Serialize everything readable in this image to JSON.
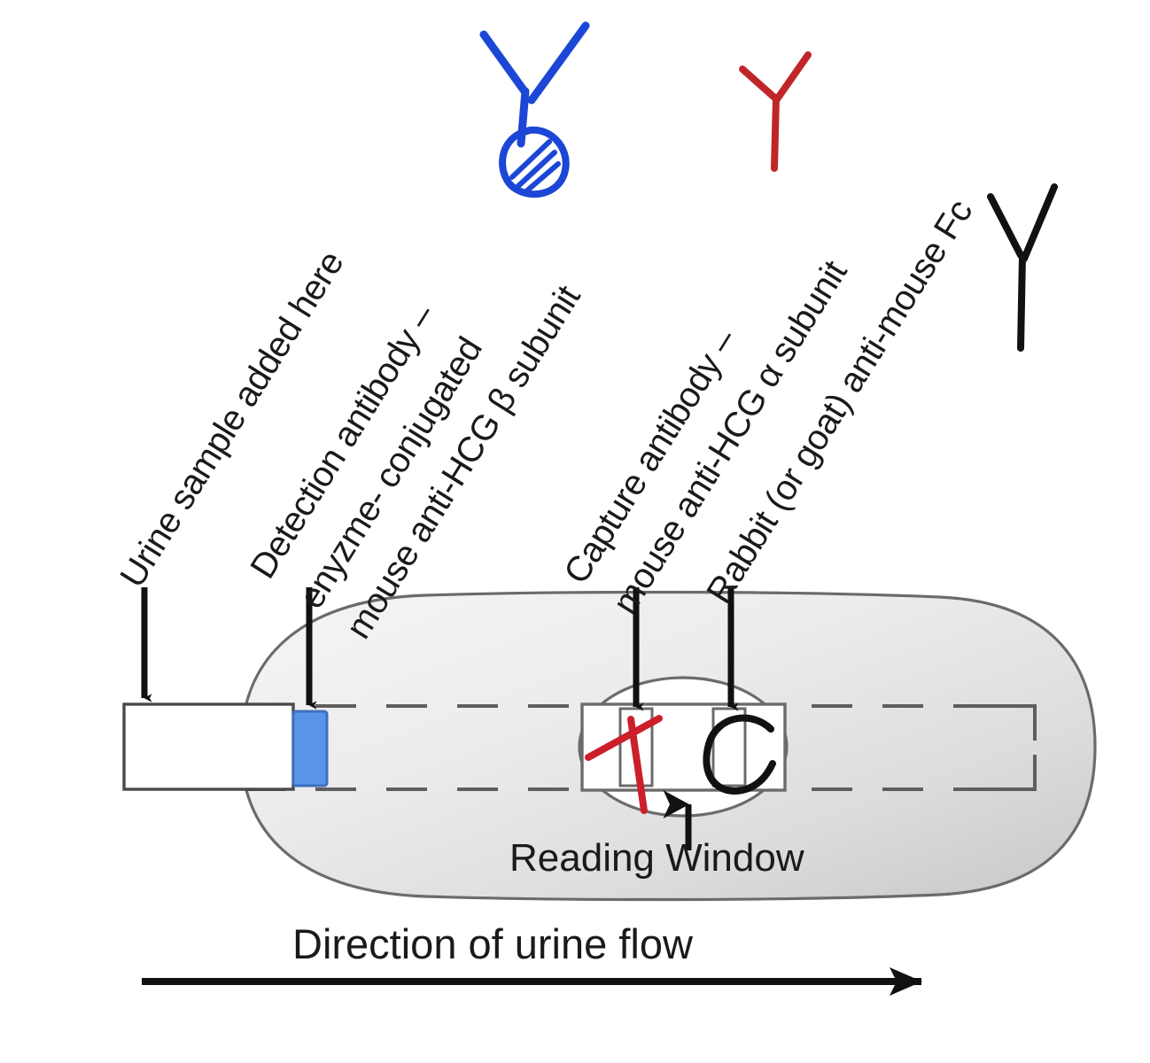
{
  "figure": {
    "title": "Lateral flow HCG (pregnancy) test device schematic",
    "background_color": "#ffffff"
  },
  "callout_labels": [
    {
      "id": "urine-sample",
      "text": "Urine sample added here",
      "color": "#1a1a1a",
      "points_to": "sample-pad"
    },
    {
      "id": "detection-antibody",
      "line1": "Detection antibody –",
      "line2": "enyzme- conjugated",
      "line3": "mouse anti-HCG β subunit",
      "color": "#1a1a1a",
      "points_to": "conjugate-pad"
    },
    {
      "id": "capture-antibody",
      "line1": "Capture  antibody –",
      "line2": "mouse anti-HCG α subunit",
      "color": "#1a1a1a",
      "points_to": "test-line"
    },
    {
      "id": "control-antibody",
      "text": "Rabbit (or goat) anti-mouse Fc",
      "color": "#1a1a1a",
      "points_to": "control-line"
    }
  ],
  "antibody_icons": [
    {
      "id": "detection-antibody-icon",
      "name": "blue-antibody-with-enzyme-icon",
      "color": "#1c46d6",
      "has_enzyme_blob": true
    },
    {
      "id": "capture-antibody-icon",
      "name": "red-antibody-icon",
      "color": "#c0252a",
      "has_enzyme_blob": false
    },
    {
      "id": "control-antibody-icon",
      "name": "black-antibody-icon",
      "color": "#111111",
      "has_enzyme_blob": false
    }
  ],
  "device": {
    "body_fill_light": "#f3f3f3",
    "body_fill_dark": "#c9c9c9",
    "outline_color": "#6b6b6b",
    "sample_pad": {
      "name": "sample-pad",
      "fill": "#ffffff",
      "stroke": "#4a4a4a"
    },
    "conjugate_pad": {
      "name": "conjugate-pad",
      "fill": "#5a94e8",
      "stroke": "#3f6fbe"
    },
    "membrane_strip": {
      "name": "membrane-strip",
      "style": "dashed",
      "color": "#5e5e5e"
    },
    "reading_window": {
      "name": "reading-window",
      "fill": "#ffffff",
      "stroke": "#6b6b6b",
      "test_line": {
        "name": "test-line",
        "marker": "T",
        "marker_color": "#cc1f2a"
      },
      "control_line": {
        "name": "control-line",
        "marker": "C",
        "marker_color": "#111111"
      }
    }
  },
  "captions": {
    "reading_window": "Reading Window",
    "flow_direction": "Direction of urine flow"
  }
}
